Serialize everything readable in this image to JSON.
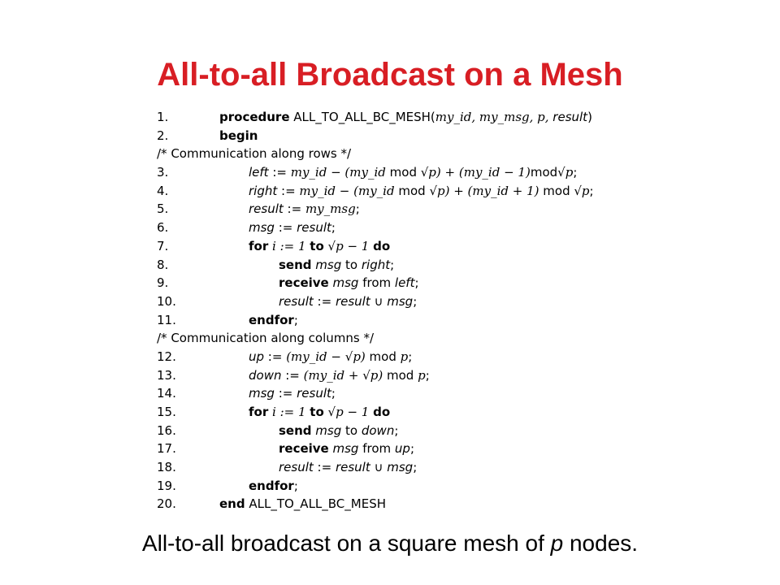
{
  "slide": {
    "title": "All-to-all Broadcast on a Mesh",
    "title_color": "#d81e24",
    "caption_prefix": "All-to-all broadcast on a square mesh of ",
    "caption_var": "p",
    "caption_suffix": " nodes."
  },
  "code": {
    "lines": [
      {
        "num": "1.",
        "kw": "procedure",
        "text": " ALL_TO_ALL_BC_MESH(",
        "args": "my_id, my_msg, p,",
        "arg2": " result",
        "end": ")"
      },
      {
        "num": "2.",
        "kw": "begin"
      },
      {
        "comment": "/* Communication along rows */"
      },
      {
        "num": "3.",
        "lhs": "left",
        "op": " := ",
        "expr": "my_id − (my_id",
        "mod1": " mod ",
        "expr2": "√p) + (my_id − 1)",
        "mod2": "mod",
        "expr3": "√p",
        "end": ";"
      },
      {
        "num": "4.",
        "lhs": "right",
        "op": " := ",
        "expr": "my_id − (my_id",
        "mod1": " mod ",
        "expr2": "√p) + (my_id + 1)",
        "mod2": " mod ",
        "expr3": "√p",
        "end": ";"
      },
      {
        "num": "5.",
        "lhs": "result",
        "op": " := ",
        "expr": "my_msg",
        "end": ";"
      },
      {
        "num": "6.",
        "lhs": "msg",
        "op": " := ",
        "rhs": "result",
        "end": ";"
      },
      {
        "num": "7.",
        "kw": "for",
        "expr": " i := 1 ",
        "kw2": "to",
        "expr2": " √p − 1 ",
        "kw3": "do"
      },
      {
        "num": "8.",
        "kw": "send",
        "a": " msg",
        "b": " to ",
        "c": "right",
        "end": ";"
      },
      {
        "num": "9.",
        "kw": "receive",
        "a": " msg",
        "b": " from ",
        "c": "left",
        "end": ";"
      },
      {
        "num": "10.",
        "lhs": "result",
        "op": " := ",
        "rhs": "result ∪ msg",
        "end": ";"
      },
      {
        "num": "11.",
        "kw": "endfor",
        "end": ";"
      },
      {
        "comment": "/* Communication along columns */"
      },
      {
        "num": "12.",
        "lhs": "up",
        "op": " := ",
        "expr": "(my_id − √p)",
        "mod1": " mod ",
        "expr2": "p",
        "end": ";"
      },
      {
        "num": "13.",
        "lhs": "down",
        "op": " := ",
        "expr": "(my_id + √p)",
        "mod1": " mod ",
        "expr2": "p",
        "end": ";"
      },
      {
        "num": "14.",
        "lhs": "msg",
        "op": " := ",
        "rhs": "result",
        "end": ";"
      },
      {
        "num": "15.",
        "kw": "for",
        "expr": " i := 1 ",
        "kw2": "to",
        "expr2": " √p − 1 ",
        "kw3": "do"
      },
      {
        "num": "16.",
        "kw": "send",
        "a": " msg",
        "b": " to ",
        "c": "down",
        "end": ";"
      },
      {
        "num": "17.",
        "kw": "receive",
        "a": " msg",
        "b": " from ",
        "c": "up",
        "end": ";"
      },
      {
        "num": "18.",
        "lhs": "result",
        "op": " := ",
        "rhs": "result ∪ msg",
        "end": ";"
      },
      {
        "num": "19.",
        "kw": "endfor",
        "end": ";"
      },
      {
        "num": "20.",
        "kw": "end",
        "text": " ALL_TO_ALL_BC_MESH"
      }
    ]
  }
}
